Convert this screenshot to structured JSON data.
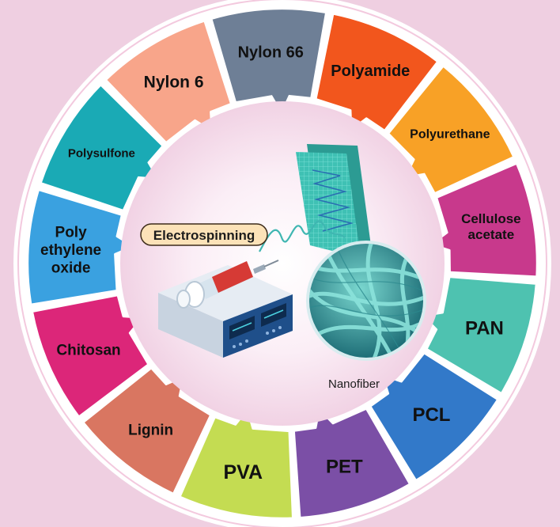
{
  "diagram": {
    "center_label": "Electrospinning",
    "fiber_label": "Nanofiber",
    "polymers": [
      {
        "lines": [
          "Nylon 66"
        ],
        "color": "#6e7f96"
      },
      {
        "lines": [
          "Polyamide"
        ],
        "color": "#f2561d"
      },
      {
        "lines": [
          "Polyurethane"
        ],
        "color": "#f8a126"
      },
      {
        "lines": [
          "Cellulose",
          "acetate"
        ],
        "color": "#c8398c"
      },
      {
        "lines": [
          "PAN"
        ],
        "color": "#4ec2b0"
      },
      {
        "lines": [
          "PCL"
        ],
        "color": "#3279c9"
      },
      {
        "lines": [
          "PET"
        ],
        "color": "#7b4fa6"
      },
      {
        "lines": [
          "PVA"
        ],
        "color": "#c4dc52"
      },
      {
        "lines": [
          "Lignin"
        ],
        "color": "#d97661"
      },
      {
        "lines": [
          "Chitosan"
        ],
        "color": "#dc2679"
      },
      {
        "lines": [
          "Poly",
          "ethylene",
          "oxide"
        ],
        "color": "#3aa1e0"
      },
      {
        "lines": [
          "Polysulfone"
        ],
        "color": "#1aaab5"
      },
      {
        "lines": [
          "Nylon 6"
        ],
        "color": "#f8a58a"
      }
    ]
  }
}
